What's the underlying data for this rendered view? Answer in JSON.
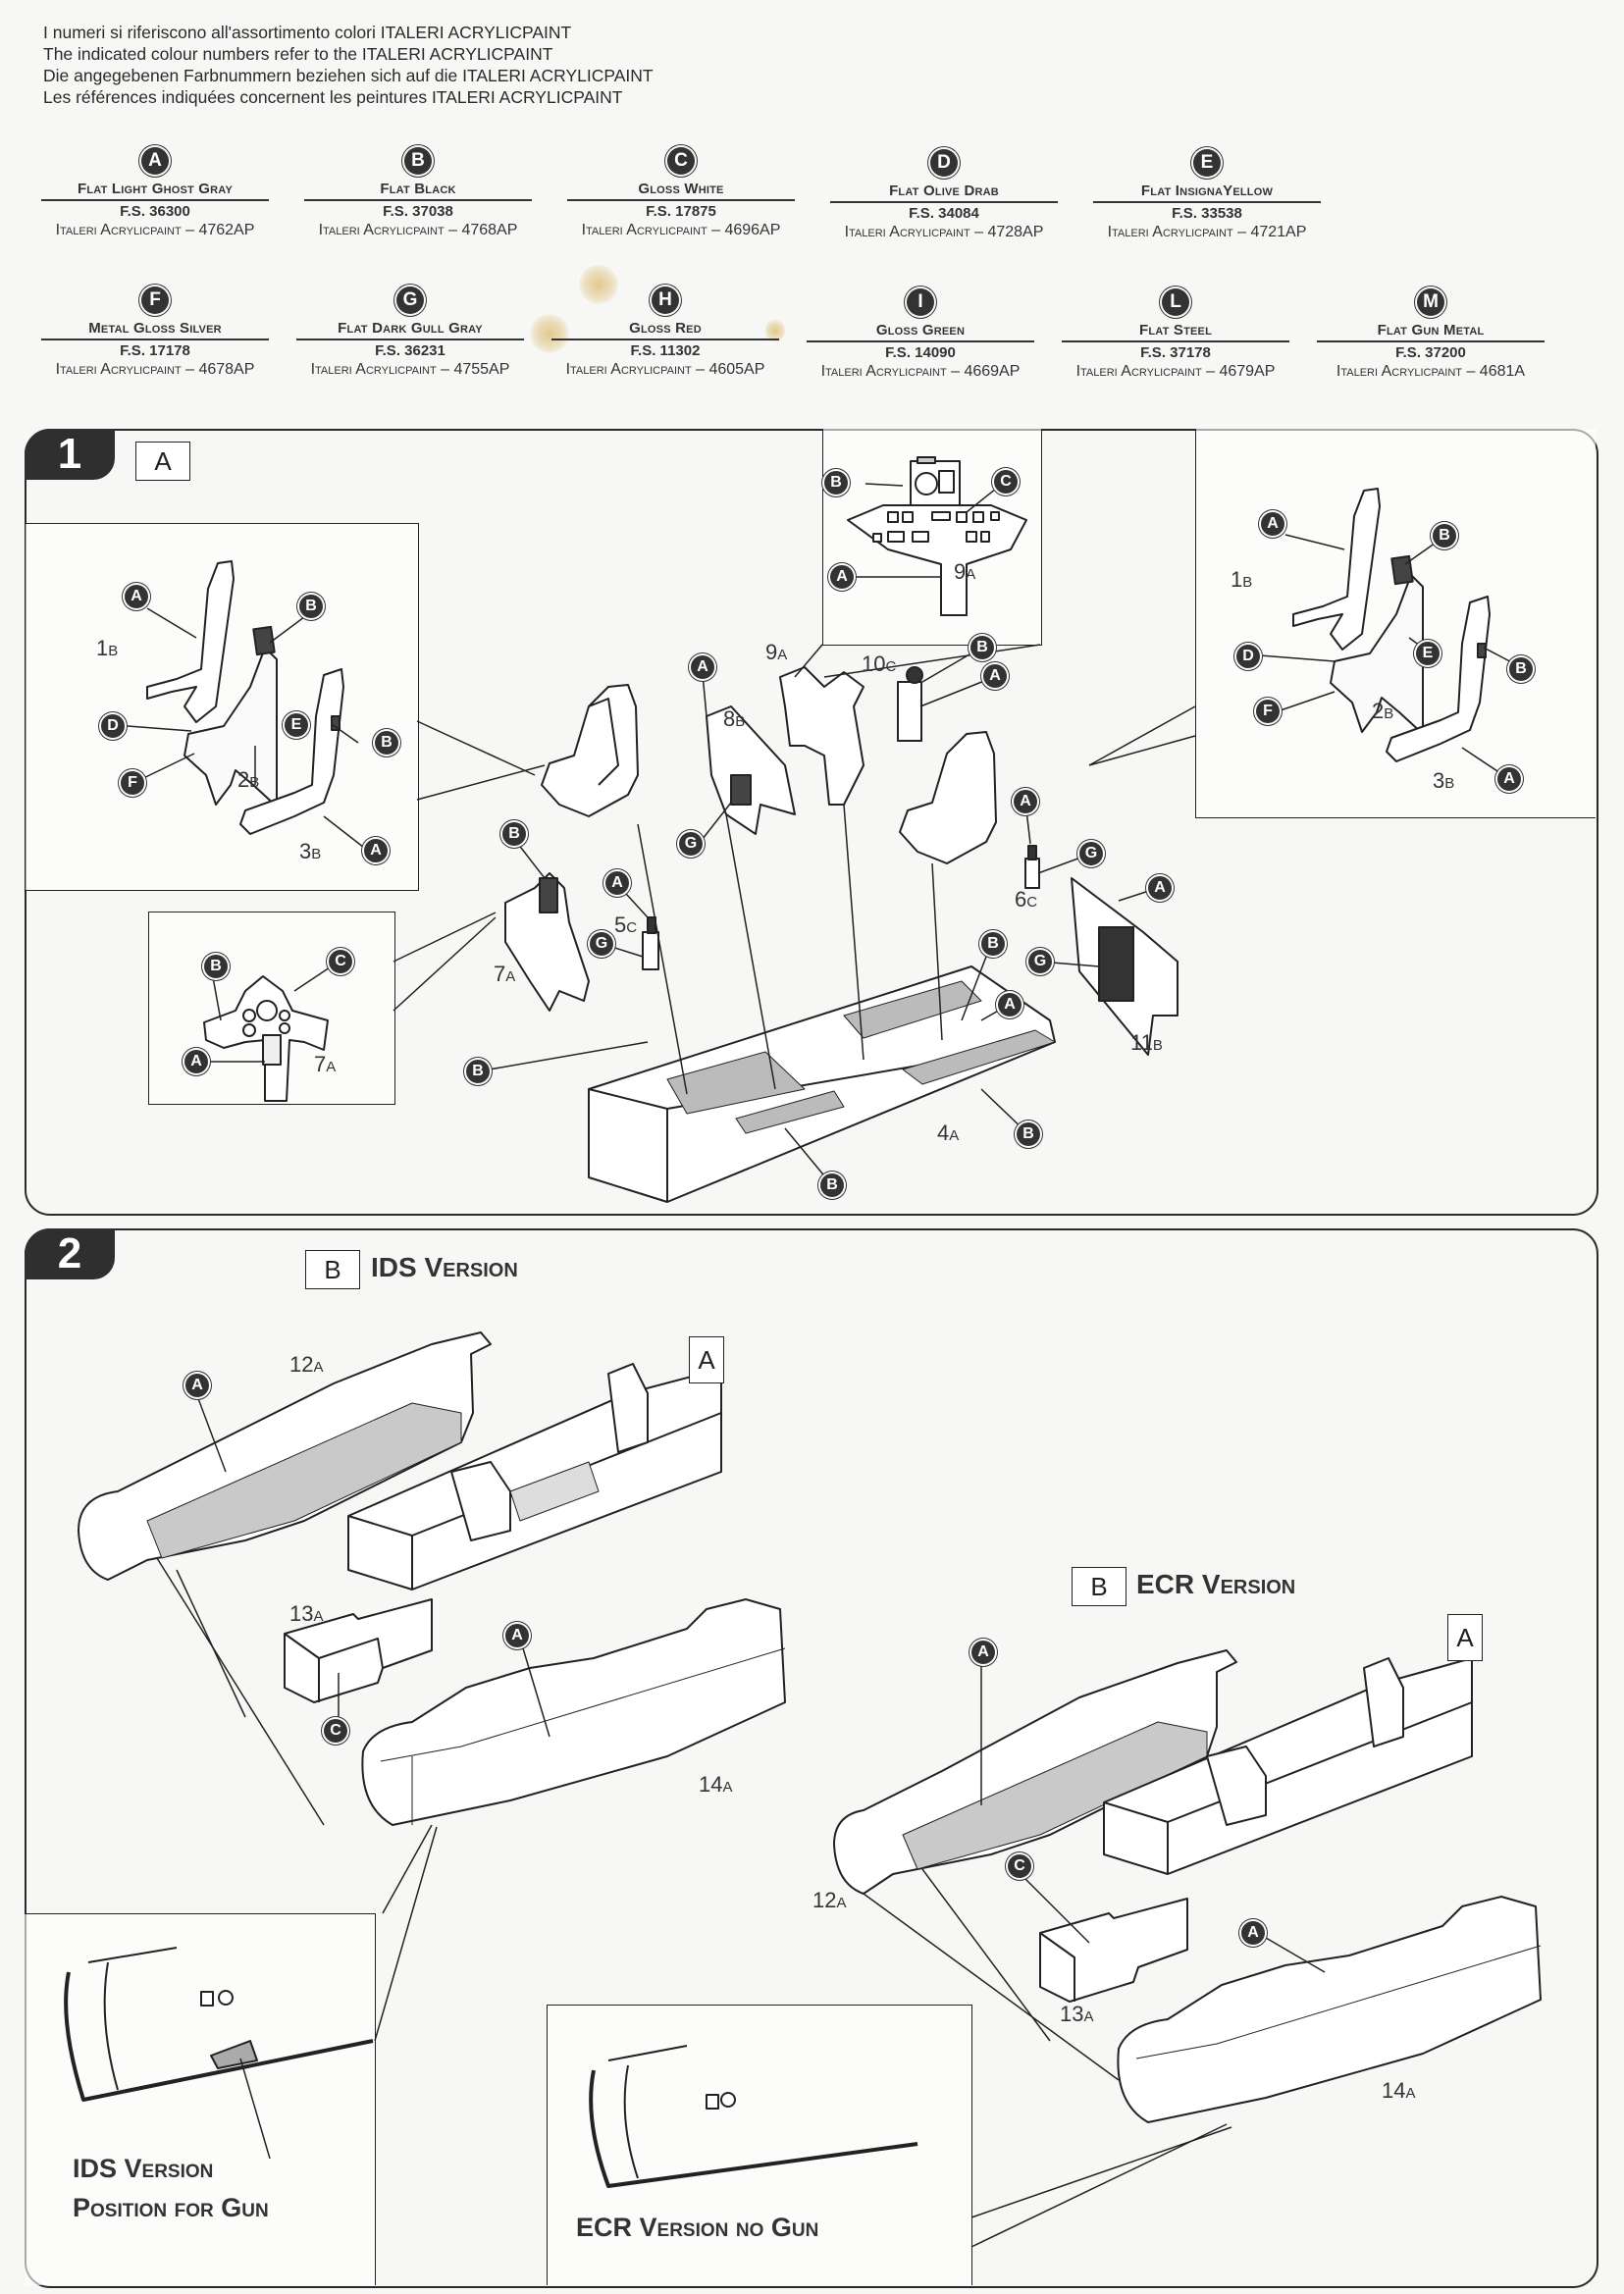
{
  "intro_lines": [
    "I numeri si riferiscono all'assortimento colori ITALERI ACRYLICPAINT",
    "The indicated colour numbers refer to the ITALERI ACRYLICPAINT",
    "Die angegebenen Farbnummern beziehen sich auf die ITALERI ACRYLICPAINT",
    "Les références indiquées concernent les peintures ITALERI ACRYLICPAINT"
  ],
  "colors": [
    {
      "letter": "A",
      "name": "Flat Light Ghost Gray",
      "fs": "F.S. 36300",
      "paint": "Italeri Acrylicpaint – 4762AP"
    },
    {
      "letter": "B",
      "name": "Flat Black",
      "fs": "F.S. 37038",
      "paint": "Italeri Acrylicpaint – 4768AP"
    },
    {
      "letter": "C",
      "name": "Gloss White",
      "fs": "F.S. 17875",
      "paint": "Italeri Acrylicpaint – 4696AP"
    },
    {
      "letter": "D",
      "name": "Flat Olive Drab",
      "fs": "F.S. 34084",
      "paint": "Italeri Acrylicpaint – 4728AP"
    },
    {
      "letter": "E",
      "name": "Flat InsignaYellow",
      "fs": "F.S. 33538",
      "paint": "Italeri Acrylicpaint – 4721AP"
    },
    {
      "letter": "F",
      "name": "Metal Gloss Silver",
      "fs": "F.S. 17178",
      "paint": "Italeri Acrylicpaint – 4678AP"
    },
    {
      "letter": "G",
      "name": "Flat Dark Gull Gray",
      "fs": "F.S. 36231",
      "paint": "Italeri Acrylicpaint – 4755AP"
    },
    {
      "letter": "H",
      "name": "Gloss Red",
      "fs": "F.S. 11302",
      "paint": "Italeri Acrylicpaint – 4605AP"
    },
    {
      "letter": "I",
      "name": "Gloss Green",
      "fs": "F.S. 14090",
      "paint": "Italeri Acrylicpaint – 4669AP"
    },
    {
      "letter": "L",
      "name": "Flat Steel",
      "fs": "F.S. 37178",
      "paint": "Italeri Acrylicpaint – 4679AP"
    },
    {
      "letter": "M",
      "name": "Flat Gun Metal",
      "fs": "F.S. 37200",
      "paint": "Italeri Acrylicpaint – 4681A"
    }
  ],
  "step1": {
    "number": "1",
    "sprue_box": "A",
    "part_labels": {
      "p1b_left": {
        "num": "1",
        "sub": "B"
      },
      "p2b_left": {
        "num": "2",
        "sub": "B"
      },
      "p3b_left": {
        "num": "3",
        "sub": "B"
      },
      "p1b_right": {
        "num": "1",
        "sub": "B"
      },
      "p2b_right": {
        "num": "2",
        "sub": "B"
      },
      "p3b_right": {
        "num": "3",
        "sub": "B"
      },
      "p9a_inset": {
        "num": "9",
        "sub": "A"
      },
      "p9a": {
        "num": "9",
        "sub": "A"
      },
      "p10c": {
        "num": "10",
        "sub": "C"
      },
      "p8b": {
        "num": "8",
        "sub": "B"
      },
      "p7a_inset": {
        "num": "7",
        "sub": "A"
      },
      "p7a": {
        "num": "7",
        "sub": "A"
      },
      "p5c": {
        "num": "5",
        "sub": "C"
      },
      "p6c": {
        "num": "6",
        "sub": "C"
      },
      "p11b": {
        "num": "11",
        "sub": "B"
      },
      "p4a": {
        "num": "4",
        "sub": "A"
      }
    }
  },
  "step2": {
    "number": "2",
    "ids_box": "B",
    "ids_title": "IDS Version",
    "ecr_box": "B",
    "ecr_title": "ECR Version",
    "ids_sprue": "A",
    "ecr_sprue": "A",
    "part_labels": {
      "p12a_ids": {
        "num": "12",
        "sub": "A"
      },
      "p13a_ids": {
        "num": "13",
        "sub": "A"
      },
      "p14a_ids": {
        "num": "14",
        "sub": "A"
      },
      "p12a_ecr": {
        "num": "12",
        "sub": "A"
      },
      "p13a_ecr": {
        "num": "13",
        "sub": "A"
      },
      "p14a_ecr": {
        "num": "14",
        "sub": "A"
      }
    },
    "ids_caption_line1": "IDS Version",
    "ids_caption_line2": "Position for Gun",
    "ecr_caption": "ECR Version no Gun"
  }
}
